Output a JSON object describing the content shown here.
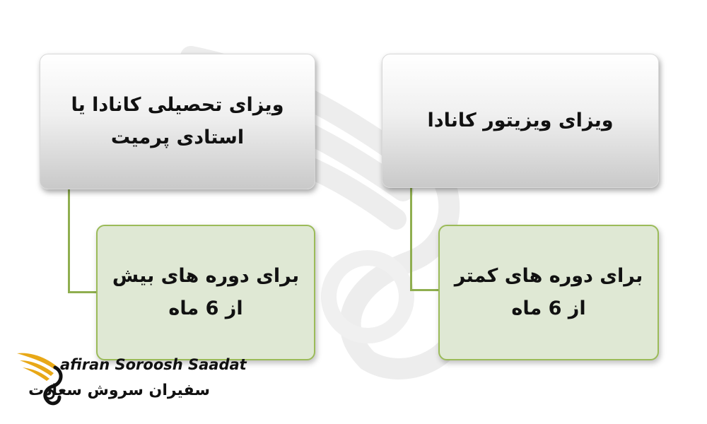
{
  "boxes": {
    "top_left": "ویزای تحصیلی کانادا یا استادی پرمیت",
    "top_right": "ویزای ویزیتور کانادا",
    "bottom_left": "برای دوره های بیش از 6 ماه",
    "bottom_right": "برای دوره های کمتر از 6 ماه"
  },
  "logo": {
    "english": "afiran Soroosh Saadat",
    "persian": "سفیران سروش سعادت"
  },
  "colors": {
    "accent_green": "#9bbb59",
    "box_green": "#dfe8d4",
    "logo_gold": "#e8a817"
  }
}
